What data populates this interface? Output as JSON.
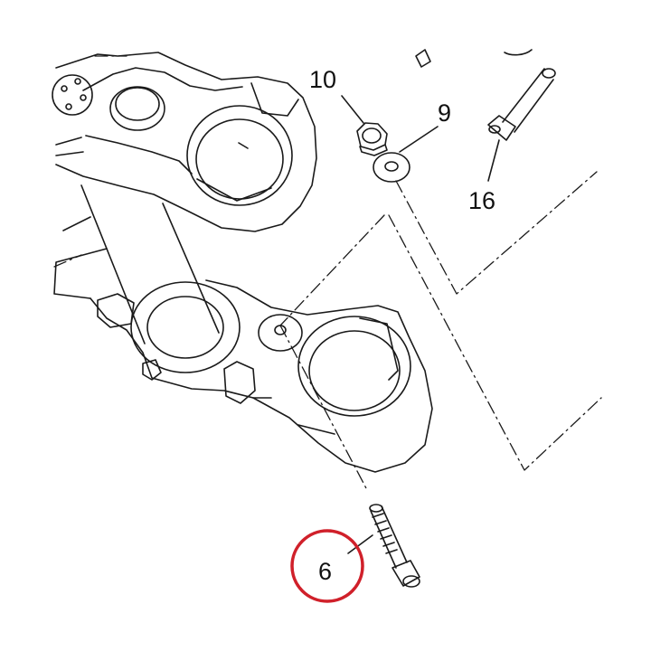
{
  "callouts": {
    "nut": "10",
    "washer": "9",
    "top_screw": "16",
    "bottom_screw": "6"
  },
  "colors": {
    "line": "#1a1a1a",
    "highlight_circle": "#d0202a",
    "background": "#ffffff"
  }
}
